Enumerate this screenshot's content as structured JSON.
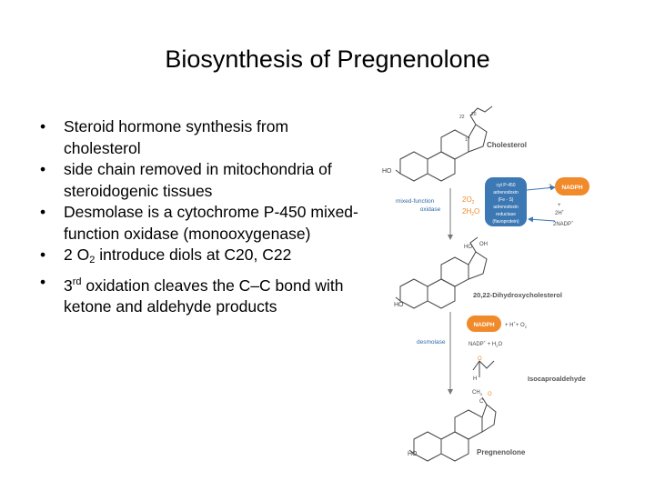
{
  "slide": {
    "title": "Biosynthesis of Pregnenolone",
    "bullets": [
      {
        "parts": [
          {
            "t": "Steroid hormone synthesis from cholesterol"
          }
        ]
      },
      {
        "parts": [
          {
            "t": "side chain removed in mitochondria of steroidogenic tissues"
          }
        ]
      },
      {
        "parts": [
          {
            "t": "Desmolase is a cytochrome P-450 mixed-function oxidase (monooxygenase)"
          }
        ]
      },
      {
        "parts": [
          {
            "t": "2 O"
          },
          {
            "sub": "2"
          },
          {
            "t": " introduce diols at C20, C22"
          }
        ]
      },
      {
        "parts": [
          {
            "t": "3"
          },
          {
            "sup": "rd"
          },
          {
            "t": " oxidation cleaves the C–C bond with ketone and aldehyde products"
          }
        ]
      }
    ]
  },
  "diagram": {
    "colors": {
      "accent": "#f08a2a",
      "blue_badge": "#3c78b4",
      "blue_text": "#2f6aa6",
      "gray_text": "#555555"
    },
    "cholesterol_label": "Cholesterol",
    "num_22": "22",
    "num_20": "20",
    "num_17": "17",
    "ho1": "HO",
    "enzyme_label_line1": "mixed-function",
    "enzyme_label_line2": "oxidase",
    "o2_label": "2O",
    "o2_sub": "2",
    "h2o_label": "2H",
    "h2o_sub": "2",
    "h2o_tail": "O",
    "badge_lines": [
      "cyt P-450",
      "adrenodoxin",
      "(Fe - S)",
      "adrenodoxin",
      "reductase",
      "(flavoprotein)"
    ],
    "nadph_top": "NADPH",
    "two_prefix": "2",
    "plus_sign": "+",
    "two_h_plus": "2H",
    "nadp_plus": "2NADP",
    "oh_label": "OH",
    "ho2_label": "HO",
    "ho3": "HO",
    "dihydroxy_label": "20,22-Dihydroxycholesterol",
    "desmolase_label": "desmolase",
    "nadph_mid": "NADPH",
    "h_plus_o2": "+ H",
    "o2_b": "+ O",
    "nadp_mid": "NADP",
    "h2o_mid": "+ H",
    "h2o_mid_tail": "O",
    "o_label": "O",
    "h_label": "H",
    "isocaproaldehyde_label": "Isocaproaldehyde",
    "ch3_label": "CH",
    "ch3_sub": "3",
    "c_label": "C",
    "o_label2": "O",
    "ho4": "HO",
    "pregnenolone_label": "Pregnenolone"
  }
}
